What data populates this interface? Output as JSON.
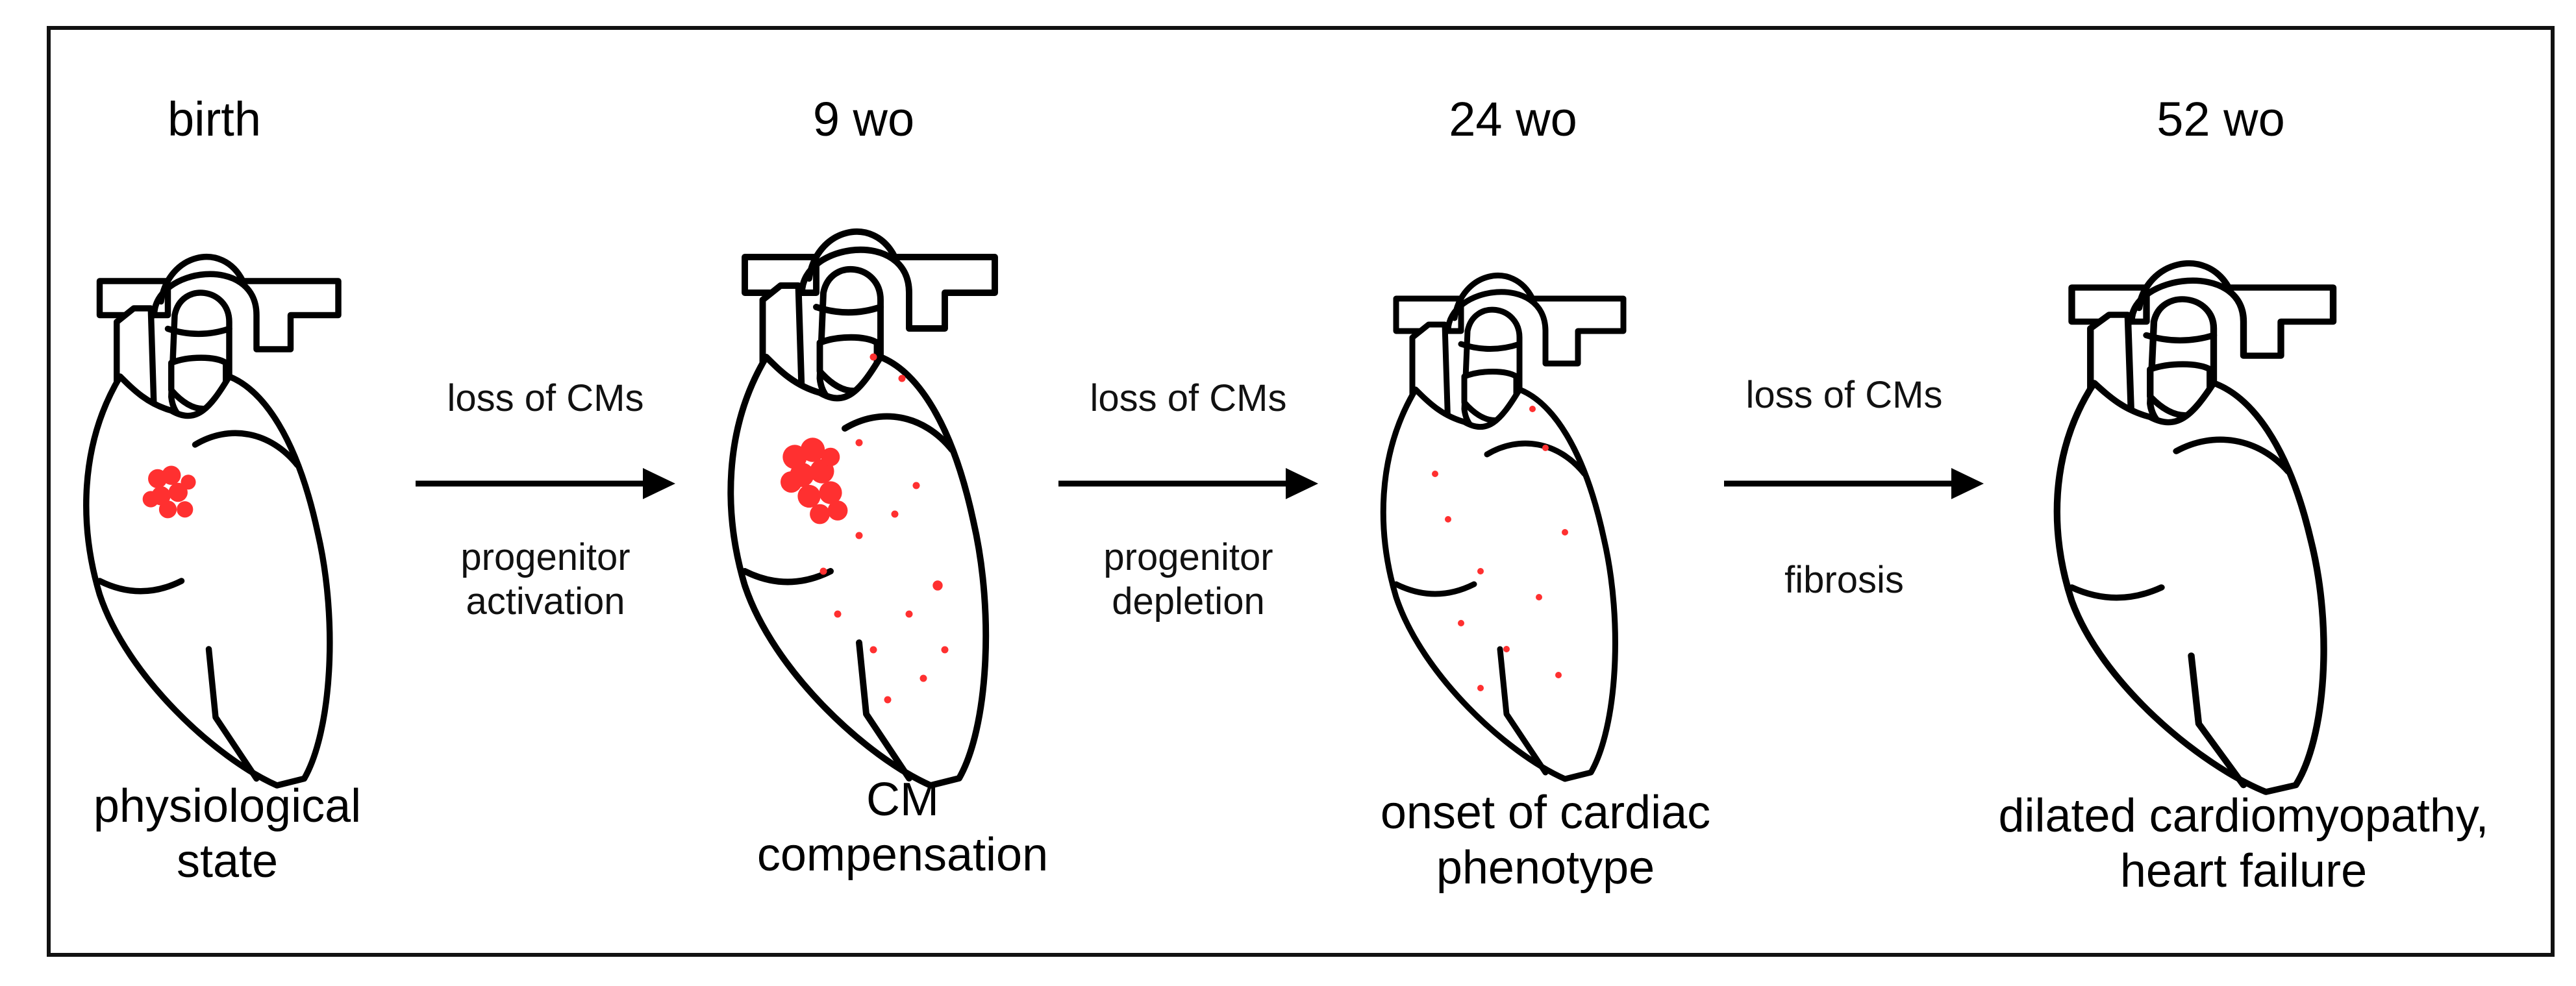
{
  "stages": [
    {
      "title": "birth",
      "label": "physiological\nstate"
    },
    {
      "title": "9 wo",
      "label": "CM\ncompensation"
    },
    {
      "title": "24 wo",
      "label": "onset of cardiac\nphenotype"
    },
    {
      "title": "52 wo",
      "label": "dilated cardiomyopathy,\nheart failure"
    }
  ],
  "transitions": [
    {
      "top": "loss of CMs",
      "bottom": "progenitor\nactivation"
    },
    {
      "top": "loss of CMs",
      "bottom": "progenitor\ndepletion"
    },
    {
      "top": "loss of CMs",
      "bottom": "fibrosis"
    }
  ],
  "colors": {
    "progenitor_dots": "#ff3030",
    "outline": "#000000"
  }
}
